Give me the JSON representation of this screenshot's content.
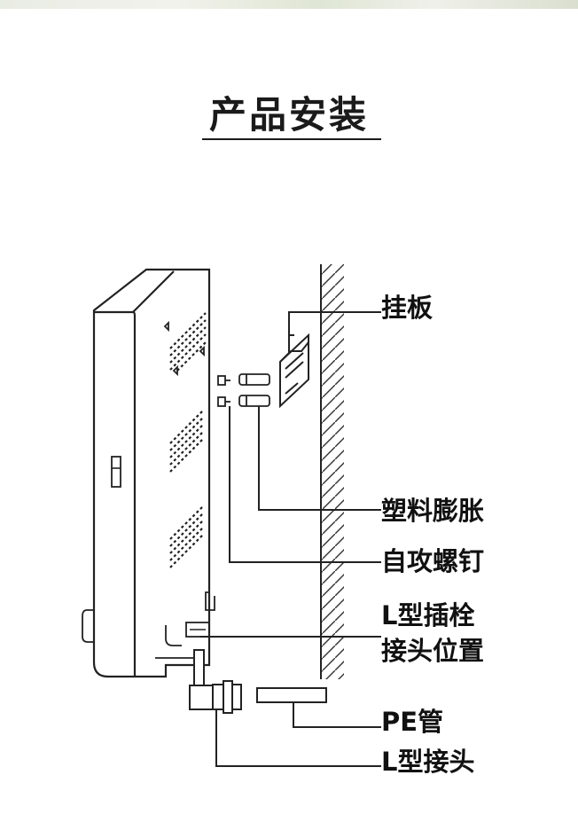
{
  "title": "产品安装",
  "labels": {
    "hanging_plate": "挂板",
    "plastic_expansion": "塑料膨胀",
    "self_tapping_screw": "自攻螺钉",
    "l_plug_line1": "L型插栓",
    "l_plug_line2": "接头位置",
    "pe_pipe": "PE管",
    "l_connector": "L型接头"
  },
  "colors": {
    "line": "#222222",
    "background": "#ffffff"
  }
}
